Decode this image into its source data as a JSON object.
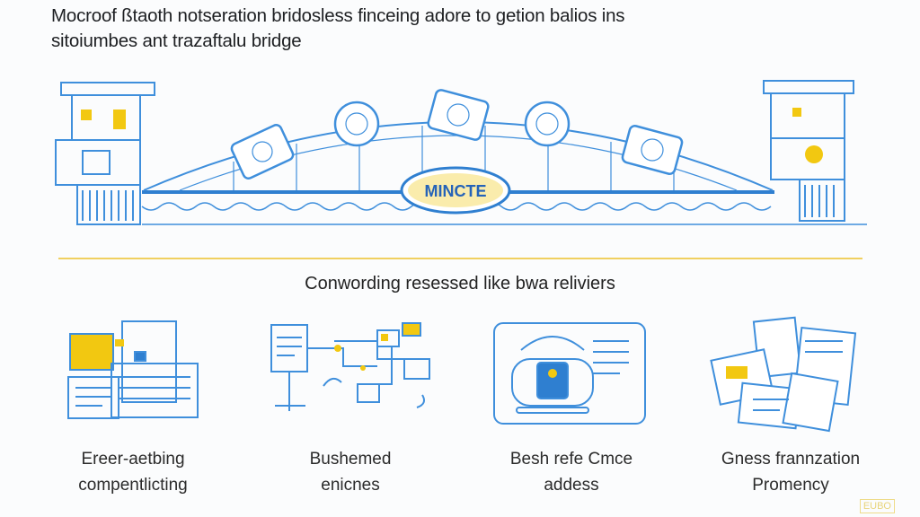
{
  "title": {
    "line1": "Mocroof ßtaoth notseration bridosless finceing adore to getion balios ins",
    "line2": "sitoiumbes ant trazaftalu bridge"
  },
  "bridge": {
    "center_label": "MINCTE"
  },
  "section": {
    "subtitle": "Conwording resessed like bwa reliviers"
  },
  "features": [
    {
      "icon": "workstation-icon",
      "line1": "Ereer-aetbing",
      "line2": "compentlicting"
    },
    {
      "icon": "network-flow-icon",
      "line1": "Bushemed",
      "line2": "enicnes"
    },
    {
      "icon": "secure-device-icon",
      "line1": "Besh refe Cmce",
      "line2": "addess"
    },
    {
      "icon": "documents-icon",
      "line1": "Gness frannzation",
      "line2": "Promency"
    }
  ],
  "watermark": "EUBO",
  "colors": {
    "blue": "#2f7fd0",
    "yellow": "#f2c811",
    "line": "#f0d060"
  }
}
